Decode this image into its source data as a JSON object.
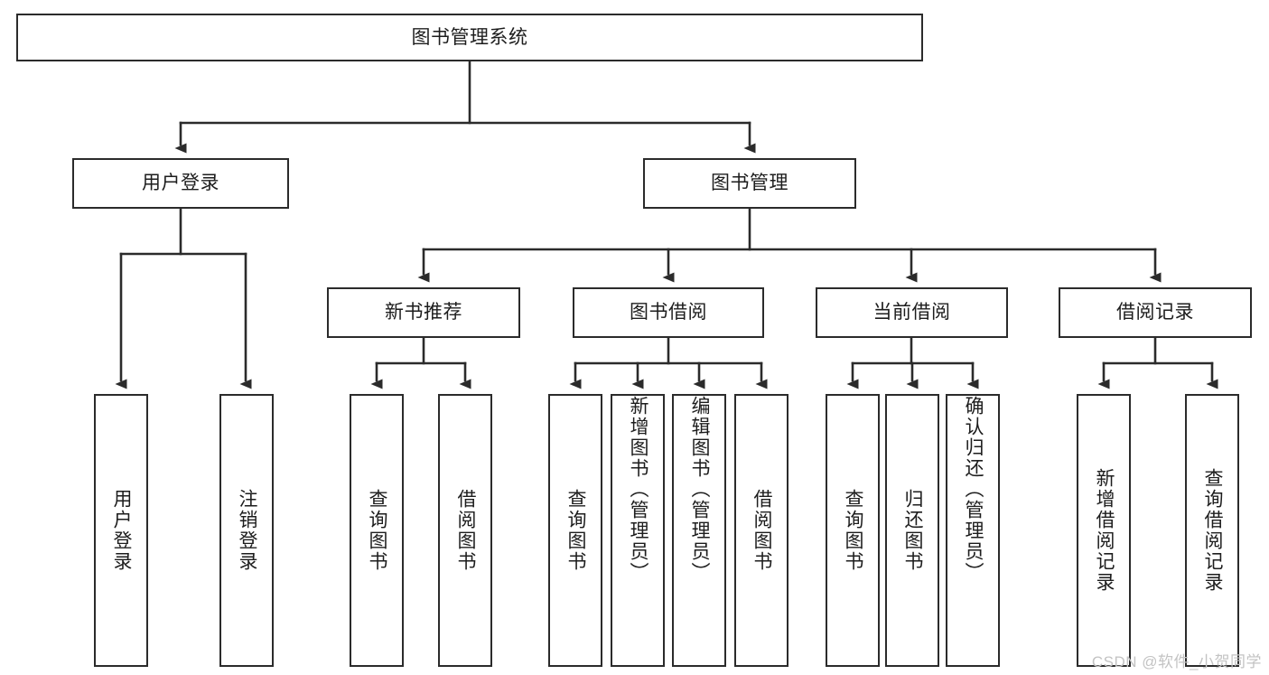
{
  "diagram": {
    "title_node": {
      "label": "图书管理系统"
    },
    "level2": [
      {
        "label": "用户登录"
      },
      {
        "label": "图书管理"
      }
    ],
    "level3": [
      {
        "label": "新书推荐"
      },
      {
        "label": "图书借阅"
      },
      {
        "label": "当前借阅"
      },
      {
        "label": "借阅记录"
      }
    ],
    "leaves": [
      {
        "label": "用户登录"
      },
      {
        "label": "注销登录"
      },
      {
        "label": "查询图书"
      },
      {
        "label": "借阅图书"
      },
      {
        "label": "查询图书"
      },
      {
        "label": "新增图书（管理员）"
      },
      {
        "label": "编辑图书（管理员）"
      },
      {
        "label": "借阅图书"
      },
      {
        "label": "查询图书"
      },
      {
        "label": "归还图书"
      },
      {
        "label": "确认归还（管理员）"
      },
      {
        "label": "新增借阅记录"
      },
      {
        "label": "查询借阅记录"
      }
    ],
    "watermark": "CSDN @软件_小贺同学",
    "colors": {
      "stroke": "#2b2b2b",
      "fill": "#ffffff",
      "text": "#1d1d1d",
      "watermark": "#c3c3c3"
    }
  }
}
